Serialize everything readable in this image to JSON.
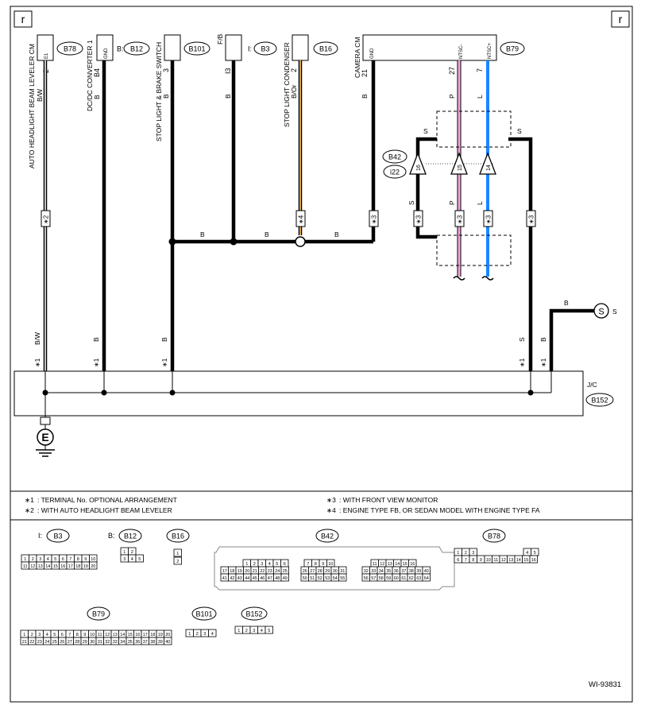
{
  "corner_marks": {
    "left": "r",
    "right": "r"
  },
  "components": {
    "beam_leveler": {
      "name": "AUTO HEADLIGHT BEAM LEVELER CM",
      "terminal_label": "E1",
      "pin": "2",
      "wire": "B/W",
      "connector": "B78"
    },
    "dcdc": {
      "name": "DC/DC CONVERTER 1",
      "terminal_label": "GND",
      "pin": "B4",
      "wire": "B",
      "prefix": "B:",
      "connector": "B12"
    },
    "stop_switch": {
      "name": "STOP LIGHT & BRAKE SWITCH",
      "pin": "3",
      "wire": "B",
      "connector": "B101"
    },
    "fb": {
      "name": "F/B",
      "pin": "I3",
      "wire": "B"
    },
    "b3": {
      "prefix": "I:",
      "connector": "B3"
    },
    "condenser": {
      "name": "STOP LIGHT CONDENSER",
      "pin": "2",
      "wire": "B/Or",
      "connector": "B16"
    },
    "camera": {
      "name": "CAMERA CM",
      "pin": "21",
      "wire": "B",
      "gnd_label": "GND",
      "ntsc_minus": "NTSC-",
      "ntsc_plus": "NTSC+",
      "pin_p": "27",
      "pin_l": "7",
      "wire_p": "P",
      "wire_l": "L",
      "connector": "B79"
    }
  },
  "harness": {
    "connector_top": "B42",
    "connector_bottom": "i22",
    "pins": [
      "16",
      "15",
      "14"
    ],
    "shield_label": "S",
    "wire_s": "S",
    "wire_p": "P",
    "wire_l": "L"
  },
  "markers": {
    "star2": "∗2",
    "star4": "∗4",
    "star3": "∗3",
    "star1": "∗1"
  },
  "junction_wires": {
    "bw": "B/W",
    "b": "B",
    "s": "S"
  },
  "bus_labels": {
    "b": "B"
  },
  "shield_terminal": {
    "wire": "B",
    "symbol": "S",
    "label": "S"
  },
  "junction": {
    "label": "J/C",
    "connector": "B152"
  },
  "ground": {
    "symbol": "E"
  },
  "notes": [
    {
      "mark": "∗1",
      "text": ": TERMINAL No. OPTIONAL ARRANGEMENT"
    },
    {
      "mark": "∗2",
      "text": ": WITH AUTO HEADLIGHT BEAM LEVELER"
    },
    {
      "mark": "∗3",
      "text": ": WITH FRONT VIEW MONITOR"
    },
    {
      "mark": "∗4",
      "text": ": ENGINE TYPE FB, OR SEDAN MODEL WITH ENGINE TYPE FA"
    }
  ],
  "connector_views": {
    "b3": {
      "prefix": "I:",
      "name": "B3",
      "row1": [
        "1",
        "2",
        "3",
        "4",
        "5",
        "6",
        "7",
        "8",
        "9",
        "10"
      ],
      "row2": [
        "11",
        "12",
        "13",
        "14",
        "15",
        "16",
        "17",
        "18",
        "19",
        "20"
      ]
    },
    "b12": {
      "prefix": "B:",
      "name": "B12",
      "row1": [
        "1",
        "2"
      ],
      "row2": [
        "3",
        "4",
        "5"
      ]
    },
    "b16": {
      "name": "B16",
      "row1": [
        "1"
      ],
      "row2": [
        "2"
      ]
    },
    "b42": {
      "name": "B42",
      "a1": [
        "1",
        "2",
        "3",
        "4",
        "5",
        "6"
      ],
      "a2": [
        "17",
        "18",
        "19",
        "20",
        "21",
        "22",
        "23",
        "24",
        "25"
      ],
      "a3": [
        "41",
        "42",
        "43",
        "44",
        "45",
        "46",
        "47",
        "48",
        "49"
      ],
      "b1": [
        "7",
        "8",
        "9",
        "10"
      ],
      "b2": [
        "26",
        "27",
        "28",
        "29",
        "30",
        "31"
      ],
      "b3": [
        "50",
        "51",
        "52",
        "53",
        "54",
        "55"
      ],
      "c1": [
        "11",
        "12",
        "13",
        "14",
        "15",
        "16"
      ],
      "c2": [
        "32",
        "33",
        "34",
        "35",
        "36",
        "37",
        "38",
        "39",
        "40"
      ],
      "c3": [
        "56",
        "57",
        "58",
        "59",
        "60",
        "61",
        "62",
        "63",
        "64"
      ]
    },
    "b78": {
      "name": "B78",
      "row1": [
        "1",
        "2",
        "3",
        "4",
        "5"
      ],
      "row2": [
        "6",
        "7",
        "8",
        "9",
        "10",
        "11",
        "12",
        "13",
        "14",
        "15",
        "16"
      ]
    },
    "b79": {
      "name": "B79",
      "row1": [
        "1",
        "2",
        "3",
        "4",
        "5",
        "6",
        "7",
        "8",
        "9",
        "10",
        "11",
        "12",
        "13",
        "14",
        "15",
        "16",
        "17",
        "18",
        "19",
        "20"
      ],
      "row2": [
        "21",
        "22",
        "23",
        "24",
        "25",
        "26",
        "27",
        "28",
        "29",
        "30",
        "31",
        "32",
        "33",
        "34",
        "35",
        "36",
        "37",
        "38",
        "39",
        "40"
      ]
    },
    "b101": {
      "name": "B101",
      "row1": [
        "1",
        "2",
        "3",
        "4"
      ]
    },
    "b152": {
      "name": "B152",
      "row1": [
        "1",
        "2",
        "3",
        "4",
        "5"
      ]
    }
  },
  "figure_id": "WI-93831"
}
